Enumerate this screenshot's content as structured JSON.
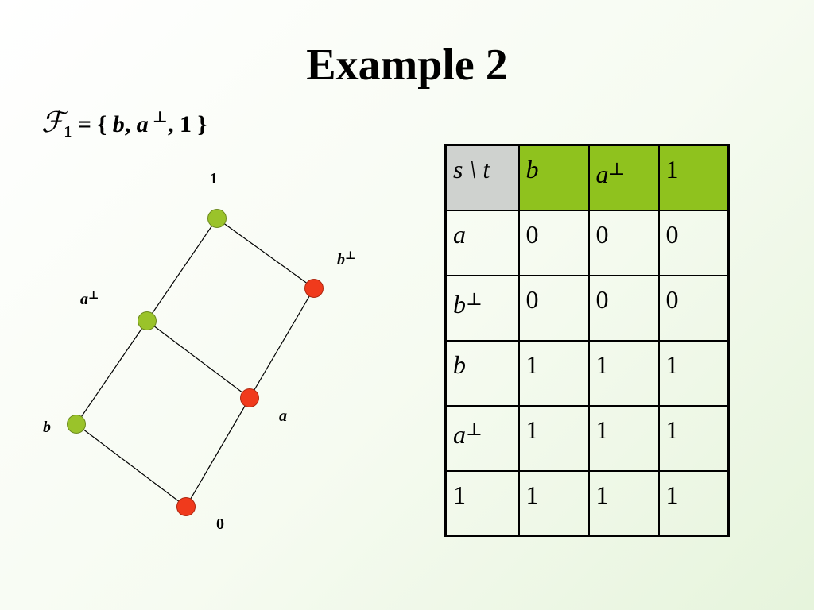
{
  "title": "Example 2",
  "formula": {
    "script_symbol": "ℱ",
    "subscript": "1",
    "eq": " = { ",
    "b": "b",
    "comma1": ", ",
    "a": "a",
    "perp": " ⊥",
    "tail": ", 1 }"
  },
  "lattice": {
    "nodes": [
      {
        "id": "1",
        "label": "1",
        "color": "#9ac32a"
      },
      {
        "id": "b_perp",
        "label": "b",
        "sup": "⊥",
        "color": "#f03a1c"
      },
      {
        "id": "a_perp",
        "label": "a",
        "sup": "⊥",
        "color": "#9ac32a"
      },
      {
        "id": "a",
        "label": "a",
        "color": "#f03a1c"
      },
      {
        "id": "b",
        "label": "b",
        "color": "#9ac32a"
      },
      {
        "id": "0",
        "label": "0",
        "color": "#f03a1c"
      }
    ],
    "edges": [
      [
        "1",
        "a_perp"
      ],
      [
        "1",
        "b_perp"
      ],
      [
        "a_perp",
        "b"
      ],
      [
        "a_perp",
        "a"
      ],
      [
        "b_perp",
        "a"
      ],
      [
        "b",
        "0"
      ],
      [
        "a",
        "0"
      ]
    ]
  },
  "table": {
    "corner": "s \\ t",
    "columns": [
      {
        "label": "b",
        "sup": ""
      },
      {
        "label": "a",
        "sup": "⊥"
      },
      {
        "label": "1",
        "sup": ""
      }
    ],
    "rows": [
      {
        "label": "a",
        "sup": "",
        "values": [
          "0",
          "0",
          "0"
        ]
      },
      {
        "label": "b",
        "sup": "⊥",
        "values": [
          "0",
          "0",
          "0"
        ]
      },
      {
        "label": "b",
        "sup": "",
        "values": [
          "1",
          "1",
          "1"
        ]
      },
      {
        "label": "a",
        "sup": "⊥",
        "values": [
          "1",
          "1",
          "1"
        ]
      },
      {
        "label": "1",
        "sup": "",
        "values": [
          "1",
          "1",
          "1"
        ]
      }
    ],
    "colors": {
      "corner": "#cfd2cf",
      "header": "#8fc21e"
    }
  }
}
